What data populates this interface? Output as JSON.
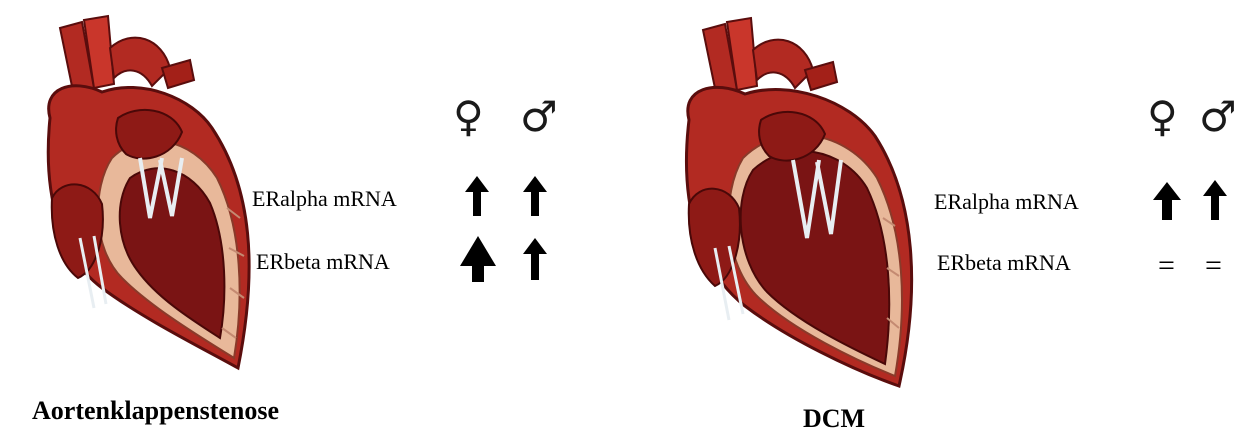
{
  "symbols": {
    "female": "♀",
    "male": "♂"
  },
  "panels": [
    {
      "caption": "Aortenklappenstenose",
      "rows": [
        {
          "label": "ERalpha mRNA",
          "female": "up",
          "male": "up"
        },
        {
          "label": "ERbeta mRNA",
          "female": "up-large",
          "male": "up"
        }
      ]
    },
    {
      "caption": "DCM",
      "rows": [
        {
          "label": "ERalpha mRNA",
          "female": "up",
          "male": "up"
        },
        {
          "label": "ERbeta mRNA",
          "female": "=",
          "male": "="
        }
      ]
    }
  ],
  "colors": {
    "heart_dark": "#7a1414",
    "heart_mid": "#b22a22",
    "heart_light": "#d9483a",
    "wall": "#e8b89a",
    "valve": "#e8eef2"
  }
}
